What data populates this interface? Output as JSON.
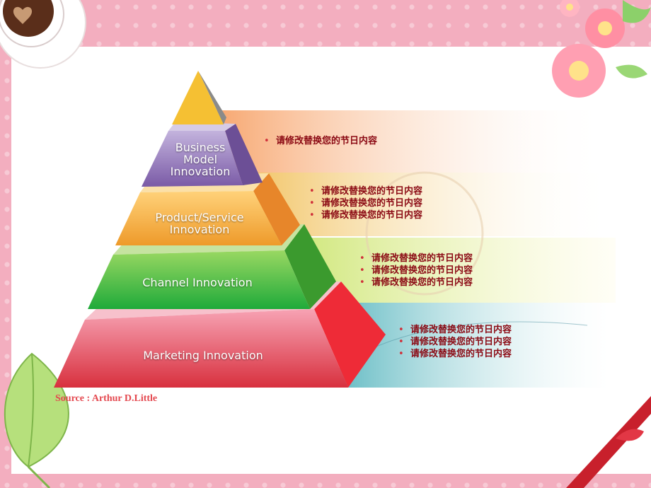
{
  "pyramid": {
    "tiers": [
      {
        "label": "Business\nModel\nInnovation",
        "bullets": [
          "请修改替换您的节日内容"
        ]
      },
      {
        "label": "Product/Service\nInnovation",
        "bullets": [
          "请修改替换您的节日内容",
          "请修改替换您的节日内容",
          "请修改替换您的节日内容"
        ]
      },
      {
        "label": "Channel Innovation",
        "bullets": [
          "请修改替换您的节日内容",
          "请修改替换您的节日内容",
          "请修改替换您的节日内容"
        ]
      },
      {
        "label": "Marketing Innovation",
        "bullets": [
          "请修改替换您的节日内容",
          "请修改替换您的节日内容",
          "请修改替换您的节日内容"
        ]
      }
    ]
  },
  "source": "Source : Arthur  D.Little",
  "colors": {
    "business": "#8f73b3",
    "product": "#f2a430",
    "channel": "#4db84a",
    "marketing": "#e84c60",
    "apex": "#f5c033",
    "text": "#8b0a14"
  }
}
